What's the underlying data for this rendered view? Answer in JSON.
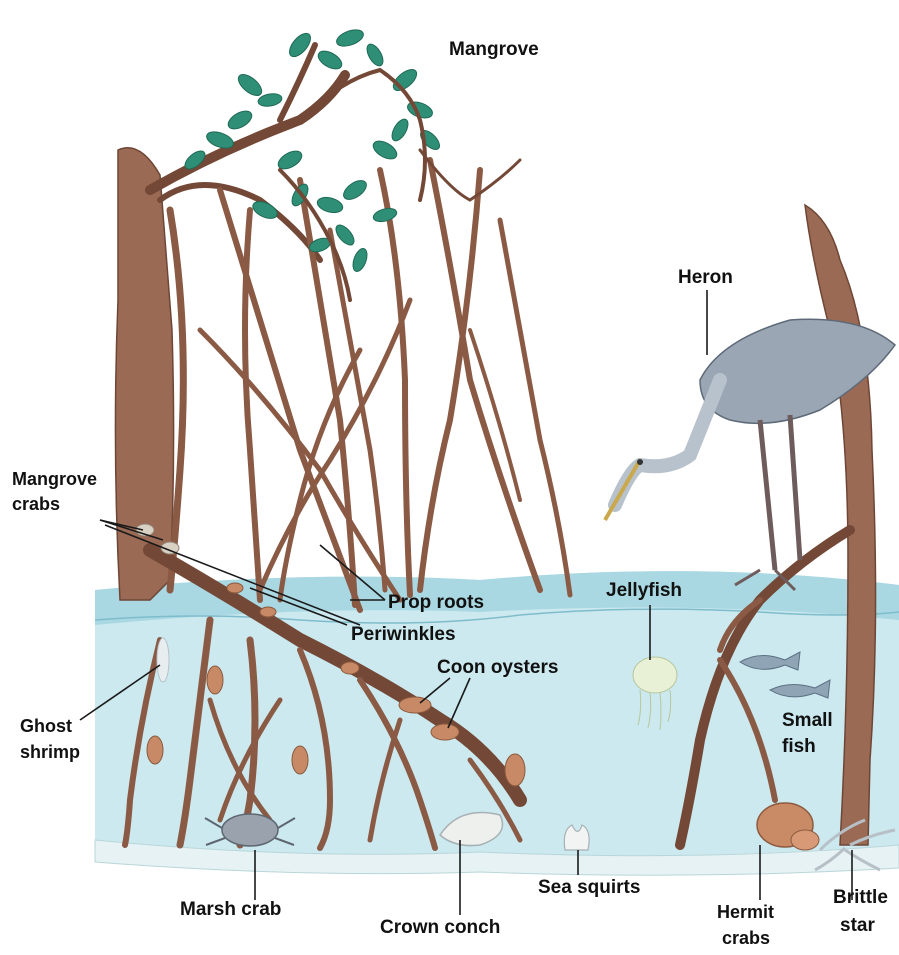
{
  "labels": {
    "mangrove": "Mangrove",
    "heron": "Heron",
    "mangrove_crabs_1": "Mangrove",
    "mangrove_crabs_2": "crabs",
    "prop_roots": "Prop roots",
    "periwinkles": "Periwinkles",
    "jellyfish": "Jellyfish",
    "coon_oysters": "Coon oysters",
    "ghost_shrimp_1": "Ghost",
    "ghost_shrimp_2": "shrimp",
    "small_fish_1": "Small",
    "small_fish_2": "fish",
    "marsh_crab": "Marsh crab",
    "crown_conch": "Crown conch",
    "sea_squirts": "Sea squirts",
    "hermit_crabs_1": "Hermit",
    "hermit_crabs_2": "crabs",
    "brittle_star_1": "Brittle",
    "brittle_star_2": "star"
  },
  "colors": {
    "water": "#bfe3ea",
    "water_surface": "#a9d8e2",
    "wood": "#9b6a55",
    "leaves": "#2f8f76",
    "heron": "#9aa6b4"
  }
}
